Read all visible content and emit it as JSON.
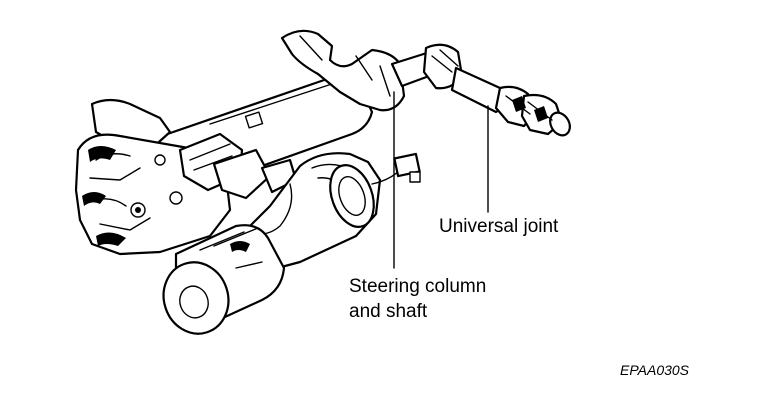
{
  "labels": {
    "universal_joint": "Universal joint",
    "steering_column_line1": "Steering column",
    "steering_column_line2": "and shaft"
  },
  "figure_code": "EPAA030S",
  "colors": {
    "ink": "#000000",
    "paper": "#ffffff"
  }
}
